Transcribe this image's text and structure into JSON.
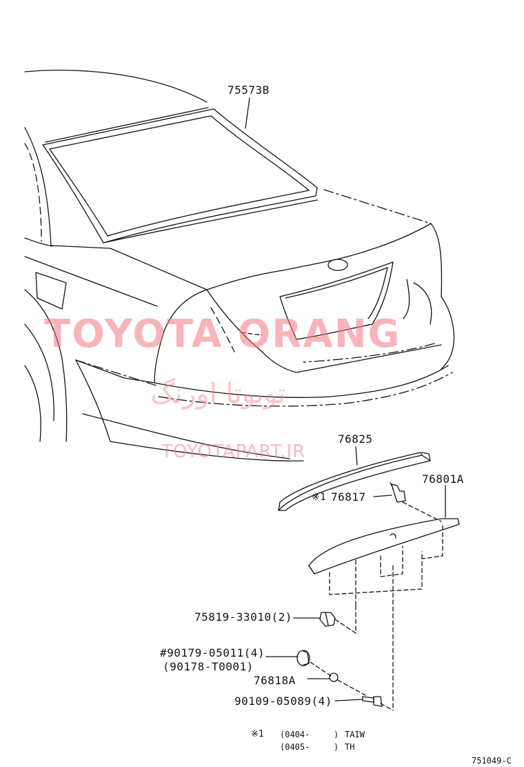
{
  "parts": {
    "p75573B": "75573B",
    "p76825": "76825",
    "p76817_mark": "※1",
    "p76817": "76817",
    "p76801A": "76801A",
    "p75819": "75819-33010(2)",
    "p90179": "#90179-05011(4)",
    "p90178": "(90178-T0001)",
    "p76818A": "76818A",
    "p90109": "90109-05089(4)"
  },
  "footnote": {
    "row1_mark": "※1",
    "row1_range": "(0404-",
    "row1_close": ")",
    "row1_code": "TAIW",
    "row2_range": "(0405-",
    "row2_close": ")",
    "row2_code": "TH"
  },
  "diagram_code": "751049-C",
  "watermark": {
    "brand": "TOYOTA ORANG",
    "brand_fa": "تویوتا اورنگ",
    "url": "TOYOTAPART.IR"
  }
}
